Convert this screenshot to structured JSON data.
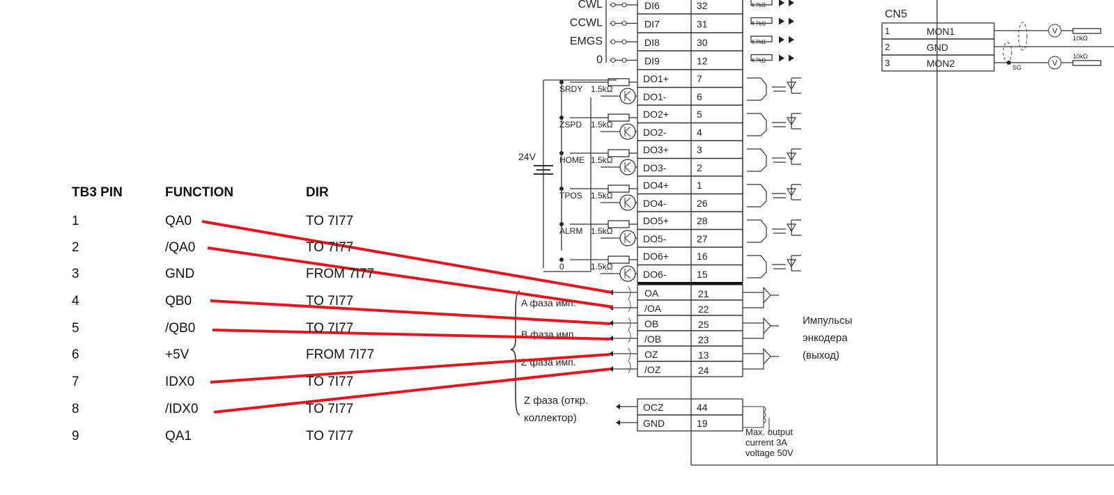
{
  "pin_table": {
    "headers": [
      "TB3 PIN",
      "FUNCTION",
      "DIR"
    ],
    "rows": [
      [
        "1",
        "QA0",
        "TO 7I77"
      ],
      [
        "2",
        "/QA0",
        "TO 7I77"
      ],
      [
        "3",
        "GND",
        "FROM 7I77"
      ],
      [
        "4",
        "QB0",
        "TO 7I77"
      ],
      [
        "5",
        "/QB0",
        "TO 7I77"
      ],
      [
        "6",
        "+5V",
        "FROM 7I77"
      ],
      [
        "7",
        "IDX0",
        "TO 7I77"
      ],
      [
        "8",
        "/IDX0",
        "TO 7I77"
      ],
      [
        "9",
        "QA1",
        "TO 7I77"
      ]
    ]
  },
  "inputs": [
    {
      "label": "CWL",
      "signal": "DI6",
      "pin": "32"
    },
    {
      "label": "CCWL",
      "signal": "DI7",
      "pin": "31"
    },
    {
      "label": "EMGS",
      "signal": "DI8",
      "pin": "30"
    },
    {
      "label": "0",
      "signal": "DI9",
      "pin": "12"
    }
  ],
  "input_resistor": "4.7kΩ",
  "outputs": [
    {
      "label": "SRDY",
      "plus": "DO1+",
      "plus_pin": "7",
      "minus": "DO1-",
      "minus_pin": "6"
    },
    {
      "label": "ZSPD",
      "plus": "DO2+",
      "plus_pin": "5",
      "minus": "DO2-",
      "minus_pin": "4"
    },
    {
      "label": "HOME",
      "plus": "DO3+",
      "plus_pin": "3",
      "minus": "DO3-",
      "minus_pin": "2"
    },
    {
      "label": "TPOS",
      "plus": "DO4+",
      "plus_pin": "1",
      "minus": "DO4-",
      "minus_pin": "26"
    },
    {
      "label": "ALRM",
      "plus": "DO5+",
      "plus_pin": "28",
      "minus": "DO5-",
      "minus_pin": "27"
    },
    {
      "label": "0",
      "plus": "DO6+",
      "plus_pin": "16",
      "minus": "DO6-",
      "minus_pin": "15"
    }
  ],
  "output_resistor": "1.5kΩ",
  "supply": "24V",
  "encoder": [
    {
      "signal": "OA",
      "pin": "21"
    },
    {
      "signal": "/OA",
      "pin": "22"
    },
    {
      "signal": "OB",
      "pin": "25"
    },
    {
      "signal": "/OB",
      "pin": "23"
    },
    {
      "signal": "OZ",
      "pin": "13"
    },
    {
      "signal": "/OZ",
      "pin": "24"
    }
  ],
  "phase_labels": [
    "A фаза имп.",
    "B фаза имп.",
    "Z фаза имп."
  ],
  "oc": [
    {
      "signal": "OCZ",
      "pin": "44"
    },
    {
      "signal": "GND",
      "pin": "19"
    }
  ],
  "oc_label": [
    "Z фаза (откр.",
    "коллектор)"
  ],
  "encoder_note": [
    "Импульсы",
    "энкодера",
    "(выход)"
  ],
  "max_output": [
    "Max. output",
    "current 3A",
    "voltage 50V"
  ],
  "cn5": {
    "title": "CN5",
    "rows": [
      [
        "1",
        "MON1"
      ],
      [
        "2",
        "GND"
      ],
      [
        "3",
        "MON2"
      ]
    ],
    "resistor": "10kΩ",
    "meter": "V",
    "sg": "SG"
  },
  "wire_color": "#e8141c"
}
